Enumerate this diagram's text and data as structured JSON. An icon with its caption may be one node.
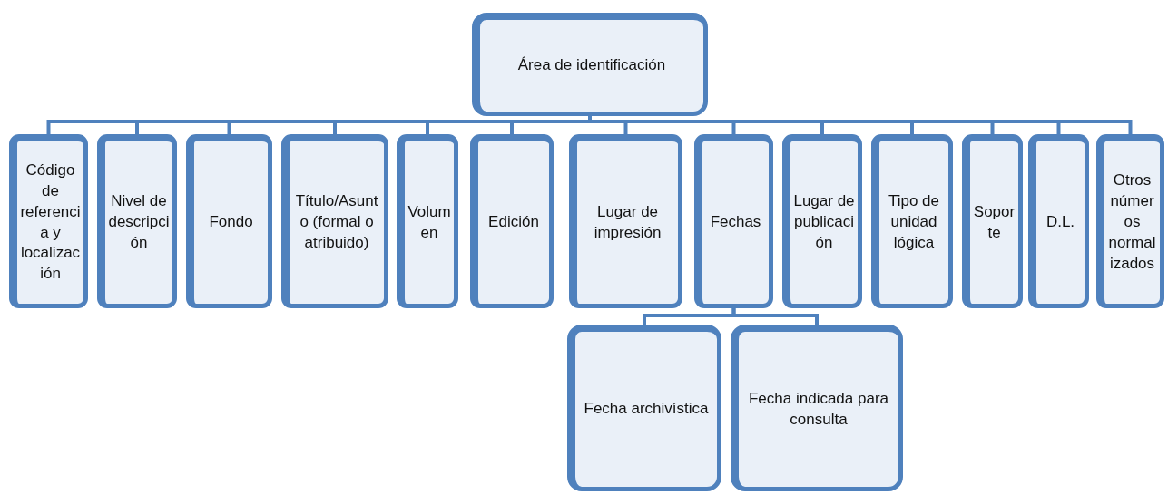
{
  "diagram": {
    "nodes": [
      {
        "text": [
          "Área de identificación"
        ]
      },
      {
        "text": [
          "Código de referencia y localización"
        ]
      },
      {
        "text": [
          "Nivel de descripción"
        ]
      },
      {
        "text": [
          "Fondo"
        ]
      },
      {
        "text": [
          "Título/Asunto (formal o atribuido)"
        ]
      },
      {
        "text": [
          "Volumen"
        ]
      },
      {
        "text": [
          "Edición"
        ]
      },
      {
        "text": [
          "Lugar de impresión"
        ]
      },
      {
        "text": [
          "Fechas"
        ]
      },
      {
        "text": [
          "Lugar de publicación"
        ]
      },
      {
        "text": [
          "Tipo de unidad lógica"
        ]
      },
      {
        "text": [
          "Soporte"
        ]
      },
      {
        "text": [
          "D.L."
        ]
      },
      {
        "text": [
          "Otros números normalizados"
        ]
      },
      {
        "text": [
          "Fecha archivística"
        ]
      },
      {
        "text": [
          "Fecha indicada para consulta"
        ]
      }
    ],
    "edges": [
      {
        "from": 0,
        "to": 1,
        "arrow": "none"
      },
      {
        "from": 0,
        "to": 2,
        "arrow": "none"
      },
      {
        "from": 0,
        "to": 3,
        "arrow": "none"
      },
      {
        "from": 0,
        "to": 4,
        "arrow": "none"
      },
      {
        "from": 0,
        "to": 5,
        "arrow": "none"
      },
      {
        "from": 0,
        "to": 6,
        "arrow": "none"
      },
      {
        "from": 0,
        "to": 7,
        "arrow": "none"
      },
      {
        "from": 0,
        "to": 8,
        "arrow": "none"
      },
      {
        "from": 0,
        "to": 9,
        "arrow": "none"
      },
      {
        "from": 0,
        "to": 10,
        "arrow": "none"
      },
      {
        "from": 0,
        "to": 11,
        "arrow": "none"
      },
      {
        "from": 0,
        "to": 12,
        "arrow": "none"
      },
      {
        "from": 0,
        "to": 13,
        "arrow": "none"
      },
      {
        "from": 8,
        "to": 14,
        "arrow": "none"
      },
      {
        "from": 8,
        "to": 15,
        "arrow": "none"
      }
    ]
  }
}
